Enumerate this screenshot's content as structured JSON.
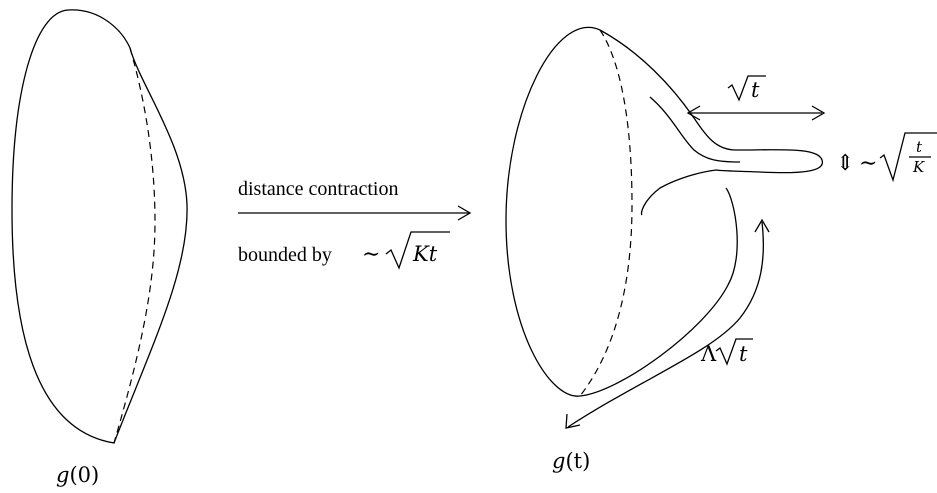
{
  "diagram": {
    "left_label_g": "g",
    "left_label_arg": "(0)",
    "right_label_g": "g",
    "right_label_arg": "(t)",
    "arrow_top_text": "distance contraction",
    "arrow_bottom_text": "bounded by",
    "arrow_bottom_sim": "∼",
    "arrow_bottom_radicand": "Kt",
    "width_label_radicand": "t",
    "height_sim": "∼",
    "height_frac_num": "t",
    "height_frac_den": "K",
    "height_arrow_glyph": "⇕",
    "length_label_lambda": "Λ",
    "length_label_radicand": "t"
  }
}
